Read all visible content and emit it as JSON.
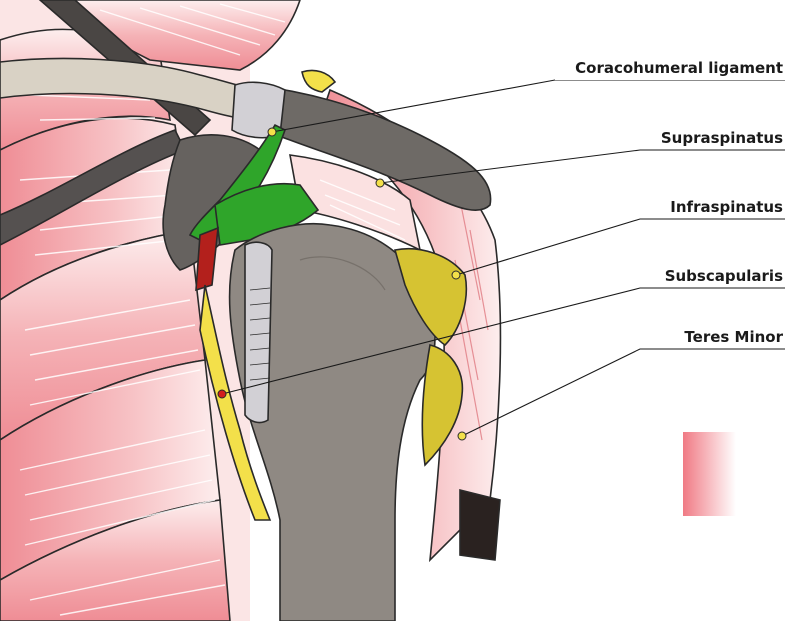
{
  "labels": {
    "coracohumeral": "Coracohumeral ligament",
    "supraspinatus": "Supraspinatus",
    "infraspinatus": "Infraspinatus",
    "subscapularis": "Subscapularis",
    "teres_minor": "Teres Minor"
  },
  "colors": {
    "muscle": "#f2a7ac",
    "muscle_light": "#fbe3e3",
    "bone": "#8f8983",
    "bone_dark": "#66625f",
    "clavicle": "#d9d2c5",
    "ligament": "#2fa52a",
    "tendon_yellow": "#f3e04a",
    "tendon_olive": "#d6c332",
    "cartilage": "#d2d0d5",
    "blood": "#b3201c",
    "outline": "#2a2a2a",
    "marker_red": "#d21e1e",
    "marker_yellow": "#f3e04a"
  }
}
